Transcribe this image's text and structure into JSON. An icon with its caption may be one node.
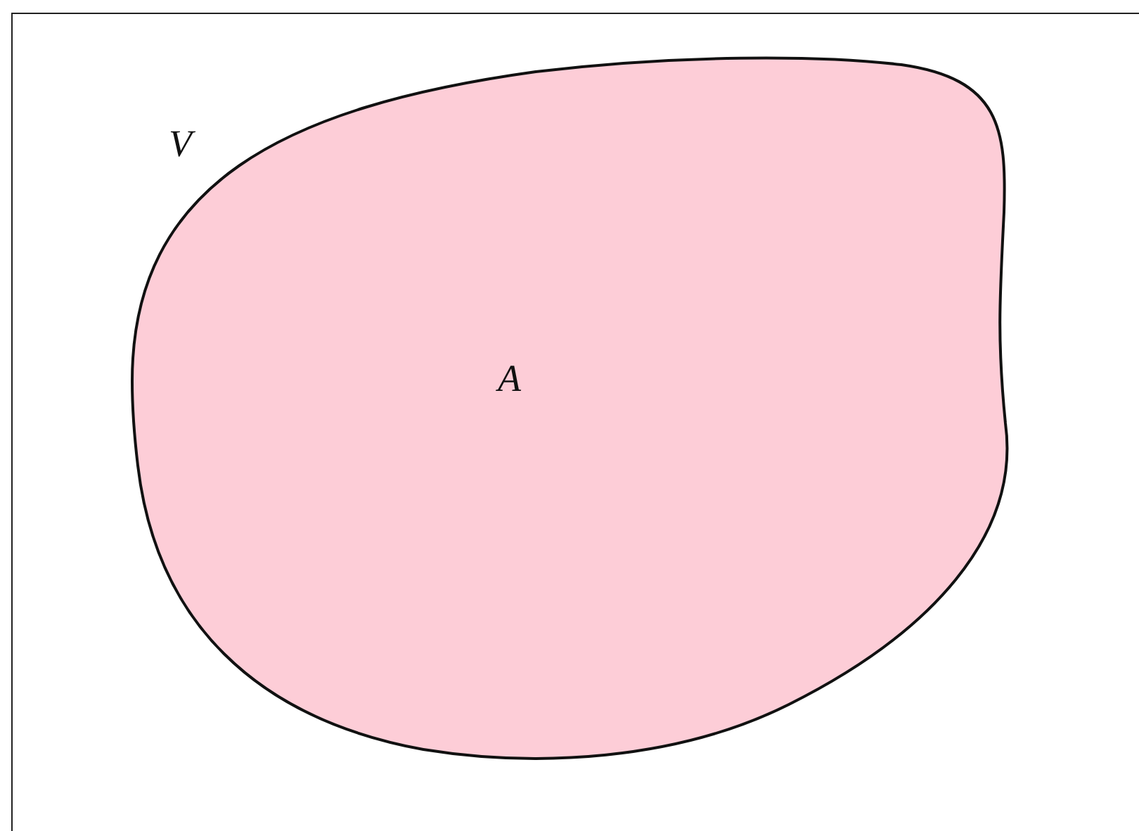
{
  "diagram": {
    "nodes": [
      {
        "text": [
          "V"
        ]
      },
      {
        "text": [
          "A"
        ],
        "in": 0
      }
    ]
  }
}
